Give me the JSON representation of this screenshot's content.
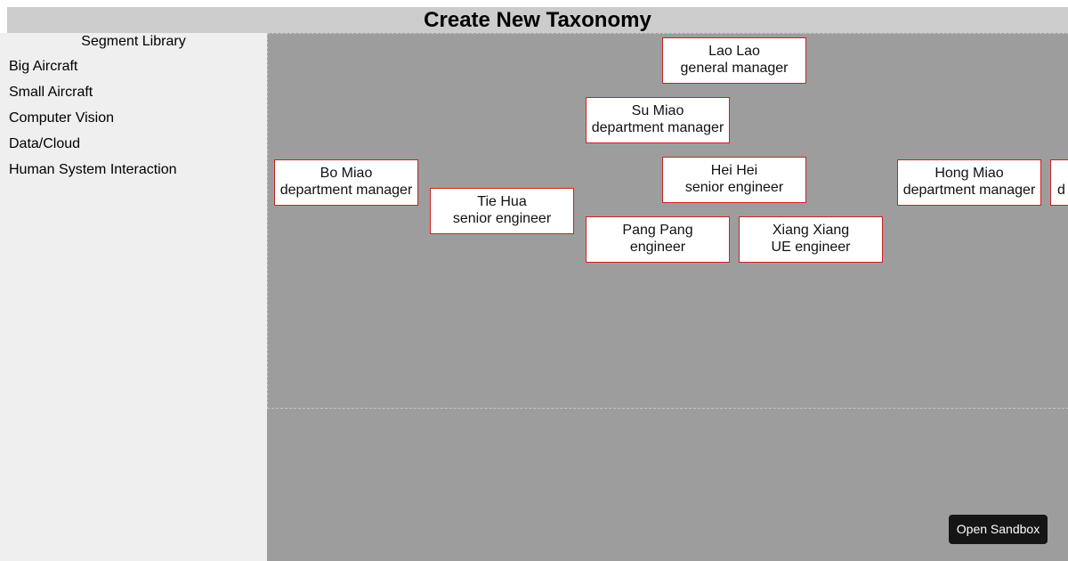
{
  "header": {
    "title": "Create New Taxonomy"
  },
  "sidebar": {
    "title": "Segment Library",
    "items": [
      {
        "label": "Big Aircraft"
      },
      {
        "label": "Small Aircraft"
      },
      {
        "label": "Computer Vision"
      },
      {
        "label": "Data/Cloud"
      },
      {
        "label": "Human System Interaction"
      }
    ]
  },
  "org_chart": {
    "nodes": [
      {
        "name": "Lao Lao",
        "title": "general manager"
      },
      {
        "name": "Su Miao",
        "title": "department manager"
      },
      {
        "name": "Bo Miao",
        "title": "department manager"
      },
      {
        "name": "Tie Hua",
        "title": "senior engineer"
      },
      {
        "name": "Hei Hei",
        "title": "senior engineer"
      },
      {
        "name": "Pang Pang",
        "title": "engineer"
      },
      {
        "name": "Xiang Xiang",
        "title": "UE engineer"
      },
      {
        "name": "Hong Miao",
        "title": "department manager"
      },
      {
        "name": "",
        "title": "d"
      }
    ]
  },
  "actions": {
    "open_sandbox_label": "Open Sandbox"
  }
}
